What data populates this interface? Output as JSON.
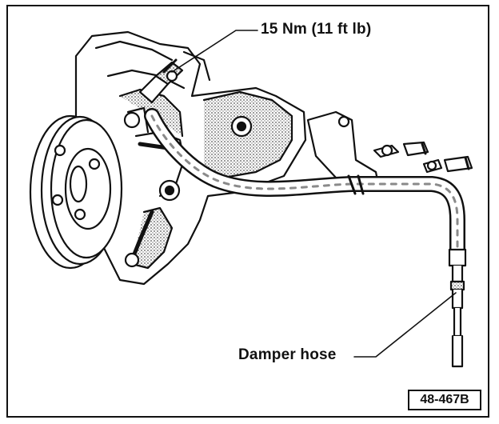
{
  "callouts": {
    "torque": "15 Nm (11 ft lb)",
    "damper_hose": "Damper hose"
  },
  "figure": {
    "id": "48-467B"
  },
  "colors": {
    "ink": "#111111",
    "paper": "#ffffff",
    "shade": "#8a8a8a"
  }
}
